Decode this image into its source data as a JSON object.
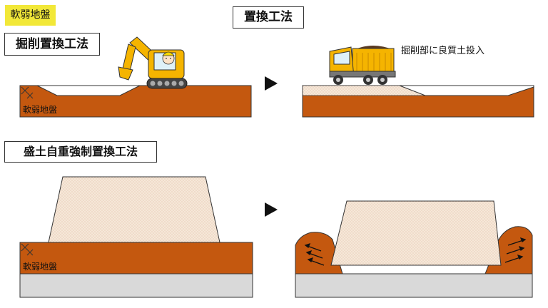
{
  "tag": {
    "text": "軟弱地盤"
  },
  "titles": {
    "main": "置換工法",
    "excavation": "掘削置換工法",
    "surcharge": "盛土自重強制置換工法"
  },
  "annotations": {
    "dump_note": "掘削部に良質土投入",
    "soft_ground_upper": "軟弱地盤",
    "soft_ground_lower": "軟弱地盤"
  },
  "colors": {
    "soil": "#c4580f",
    "fill": "#f5e8d8",
    "base": "#d9d9d9",
    "tag": "#f2e838",
    "machine": "#f5b400"
  },
  "icons": [
    "excavator-icon",
    "dump-truck-icon",
    "arrow-right-icon"
  ]
}
